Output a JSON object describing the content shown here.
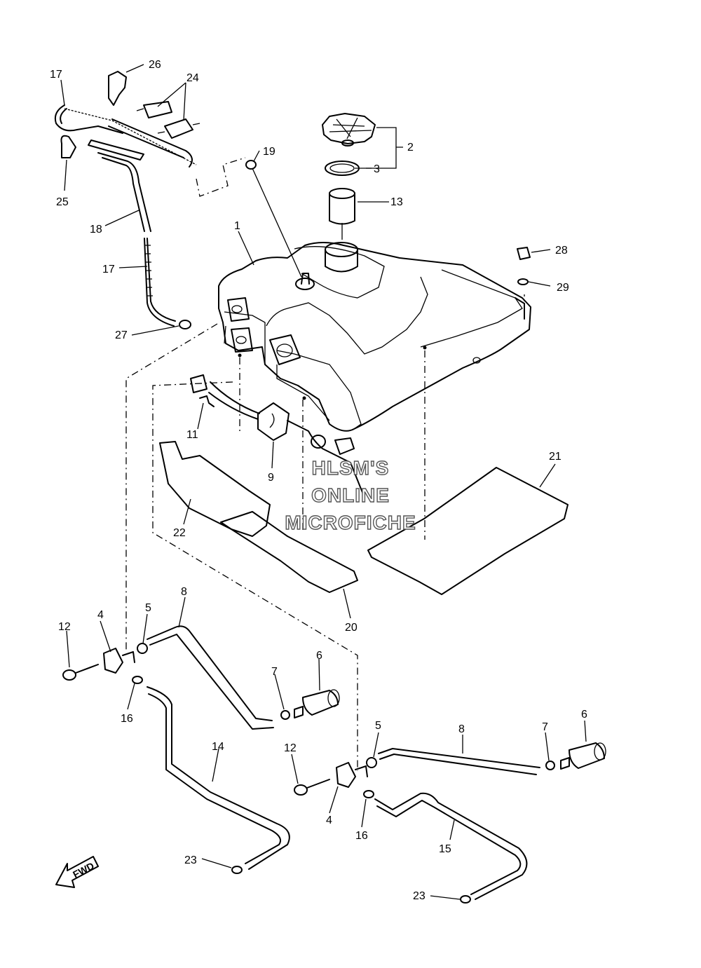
{
  "labels": {
    "l1": "1",
    "l2": "2",
    "l3": "3",
    "l4a": "4",
    "l4b": "4",
    "l5a": "5",
    "l5b": "5",
    "l6a": "6",
    "l6b": "6",
    "l7a": "7",
    "l7b": "7",
    "l8a": "8",
    "l8b": "8",
    "l9": "9",
    "l11": "11",
    "l12a": "12",
    "l12b": "12",
    "l13": "13",
    "l14": "14",
    "l15": "15",
    "l16a": "16",
    "l16b": "16",
    "l17a": "17",
    "l17b": "17",
    "l18": "18",
    "l19": "19",
    "l20": "20",
    "l21": "21",
    "l22": "22",
    "l23a": "23",
    "l23b": "23",
    "l24": "24",
    "l25": "25",
    "l26": "26",
    "l27": "27",
    "l28": "28",
    "l29": "29"
  },
  "watermark": {
    "line1": "HLSM'S",
    "line2": "ONLINE",
    "line3": "MICROFICHE"
  },
  "fwd_arrow": "FWD"
}
